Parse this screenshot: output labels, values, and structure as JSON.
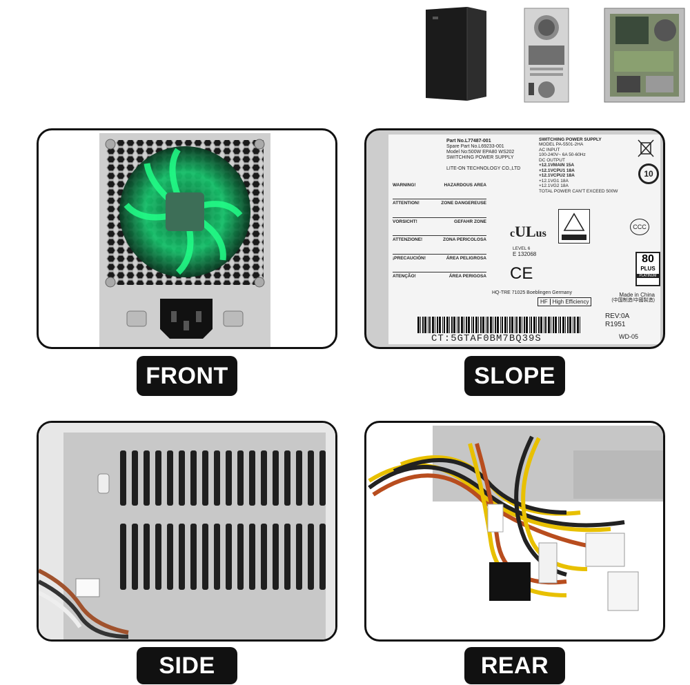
{
  "views": {
    "front_label": "FRONT",
    "slope_label": "SLOPE",
    "side_label": "SIDE",
    "rear_label": "REAR"
  },
  "label_sticker": {
    "part_no": "Part No.L77487-001",
    "spare_part_no": "Spare Part No.L69233-001",
    "model_no": "Model No:500W EPA80 WS202",
    "supply_type": "SWITCHING POWER SUPPLY",
    "maker": "LITE-ON TECHNOLOGY CO.,LTD",
    "warning": "WARNING!",
    "warning_area": "HAZARDOUS AREA",
    "attention": "ATTENTION!",
    "attention_area": "ZONE DANGEREUSE",
    "vorsicht": "VORSICHT!",
    "vorsicht_area": "GEFAHR ZONE",
    "attenzione": "ATTENZIONE!",
    "attenzione_area": "ZONA PERICOLOSA",
    "precaucion": "¡PRECAUCIÓN!",
    "precaucion_area": "ÁREA PELIGROSA",
    "atencao": "ATENÇÃO!",
    "atencao_area": "ÁREA PERIGOSA",
    "spec_title": "SWITCHING POWER SUPPLY",
    "spec_model": "MODEL  PA-5501-2HA",
    "ac_input": "AC INPUT",
    "ac_value": "100-240V~  6A  50-60Hz",
    "dc_output": "DC OUTPUT",
    "rail1": "+12.1VMAIN  15A",
    "rail2": "+12.1VCPU1  18A",
    "rail3": "+12.1VCPU2  18A",
    "rail4": "+12.1VG1  18A",
    "rail5": "+12.1VG2  18A",
    "total_power": "TOTAL POWER CAN'T EXCEED 500W",
    "level": "LEVEL  6",
    "e_number": "E 132068",
    "hq": "HQ-TRE 71025 Boeblingen Germany",
    "high_eff": "High Efficiency",
    "made_in": "Made in China",
    "made_in_cn": "(中国制造/中國製造)",
    "rev": "REV:0A",
    "r_code": "R1951",
    "ct_code": "CT:5GTAF0BM7BQ39S",
    "wd_code": "WD-05",
    "plus_80": "80",
    "plus_word": "PLUS",
    "platinum": "PLATINUM",
    "ten": "10",
    "ce": "CE"
  },
  "colors": {
    "pill_bg": "#111111",
    "pill_text": "#ffffff",
    "metal": "#c9c9c9",
    "fan_green": "#16c06a"
  },
  "icons": [
    "tower-front-icon",
    "tower-back-icon",
    "tower-open-icon",
    "fan-icon",
    "power-socket-icon",
    "barcode-icon",
    "cable-bundle-icon"
  ]
}
